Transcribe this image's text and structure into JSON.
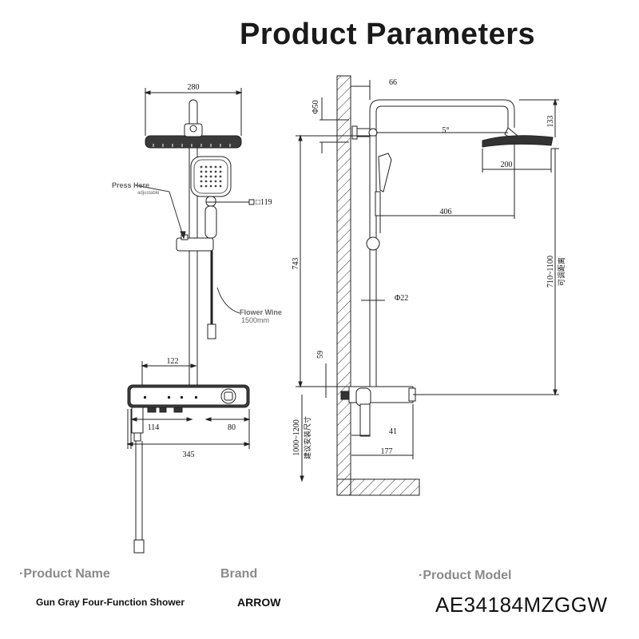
{
  "header": {
    "title": "Product Parameters"
  },
  "drawing": {
    "front_view": {
      "dims": {
        "head_width": "280",
        "head_size": "□119",
        "spacing": "122",
        "outlet_a": "114",
        "outlet_b": "80",
        "width": "345"
      },
      "annotations": {
        "press_here": "Press Here",
        "press_here_sub": "adjustable",
        "hose_title": "Flower Wine",
        "hose_length": "1500mm"
      }
    },
    "side_view": {
      "dims": {
        "arm_offset": "66",
        "pipe_dia": "Φ50",
        "tilt": "5°",
        "drop": "133",
        "head_dia": "200",
        "reach": "406",
        "bar_height": "743",
        "rod_dia": "Φ22",
        "inlet_offset": "59",
        "adjust_range": "710~1100",
        "adjust_note": "可调距离",
        "install_height": "1000~1200",
        "install_note": "建议安装尺寸",
        "spout": "41",
        "depth": "177"
      }
    }
  },
  "info": {
    "product_name_label": "·Product Name",
    "brand_label": "Brand",
    "product_model_label": "·Product Model",
    "product_name": "Gun Gray Four-Function Shower",
    "brand": "ARROW",
    "product_model": "AE34184MZGGW"
  }
}
